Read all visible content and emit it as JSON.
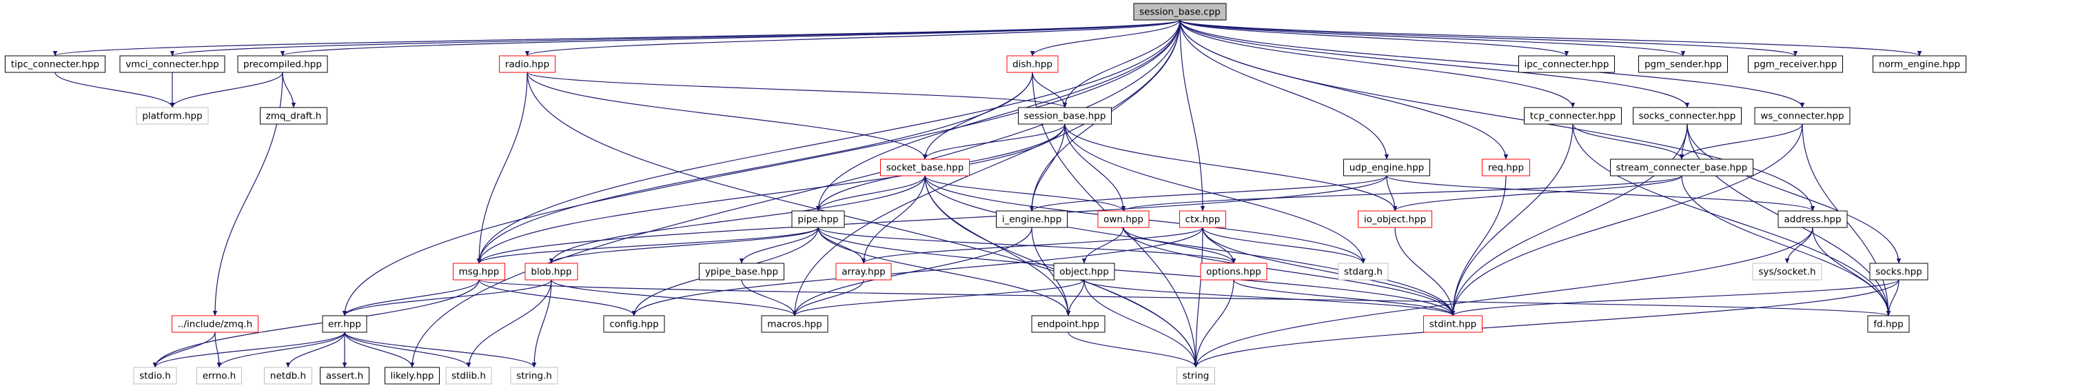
{
  "colors": {
    "edge": "#191970",
    "root_fill": "#bfbfbf",
    "node_fill": "#ffffff",
    "border_local": "#000000",
    "border_red": "#ff0000",
    "border_system": "#bfbfbf",
    "text": "#000000"
  },
  "nodes": [
    {
      "id": "n0",
      "label": "session_base.cpp",
      "kind": "root"
    },
    {
      "id": "n1",
      "label": "tipc_connecter.hpp",
      "kind": "local"
    },
    {
      "id": "n2",
      "label": "vmci_connecter.hpp",
      "kind": "local"
    },
    {
      "id": "n3",
      "label": "precompiled.hpp",
      "kind": "local"
    },
    {
      "id": "n4",
      "label": "radio.hpp",
      "kind": "red"
    },
    {
      "id": "n5",
      "label": "dish.hpp",
      "kind": "red"
    },
    {
      "id": "n6",
      "label": "ipc_connecter.hpp",
      "kind": "local"
    },
    {
      "id": "n7",
      "label": "pgm_sender.hpp",
      "kind": "local"
    },
    {
      "id": "n8",
      "label": "pgm_receiver.hpp",
      "kind": "local"
    },
    {
      "id": "n9",
      "label": "norm_engine.hpp",
      "kind": "local"
    },
    {
      "id": "n10",
      "label": "platform.hpp",
      "kind": "system"
    },
    {
      "id": "n11",
      "label": "zmq_draft.h",
      "kind": "local"
    },
    {
      "id": "n12",
      "label": "session_base.hpp",
      "kind": "local"
    },
    {
      "id": "n13",
      "label": "tcp_connecter.hpp",
      "kind": "local"
    },
    {
      "id": "n14",
      "label": "socks_connecter.hpp",
      "kind": "local"
    },
    {
      "id": "n15",
      "label": "ws_connecter.hpp",
      "kind": "local"
    },
    {
      "id": "n16",
      "label": "socket_base.hpp",
      "kind": "red"
    },
    {
      "id": "n17",
      "label": "udp_engine.hpp",
      "kind": "local"
    },
    {
      "id": "n18",
      "label": "req.hpp",
      "kind": "red"
    },
    {
      "id": "n19",
      "label": "stream_connecter_base.hpp",
      "kind": "local"
    },
    {
      "id": "n20",
      "label": "pipe.hpp",
      "kind": "local"
    },
    {
      "id": "n21",
      "label": "i_engine.hpp",
      "kind": "local"
    },
    {
      "id": "n22",
      "label": "own.hpp",
      "kind": "red"
    },
    {
      "id": "n23",
      "label": "ctx.hpp",
      "kind": "red"
    },
    {
      "id": "n24",
      "label": "io_object.hpp",
      "kind": "red"
    },
    {
      "id": "n25",
      "label": "address.hpp",
      "kind": "local"
    },
    {
      "id": "n26",
      "label": "msg.hpp",
      "kind": "red"
    },
    {
      "id": "n27",
      "label": "blob.hpp",
      "kind": "red"
    },
    {
      "id": "n28",
      "label": "ypipe_base.hpp",
      "kind": "local"
    },
    {
      "id": "n29",
      "label": "array.hpp",
      "kind": "red"
    },
    {
      "id": "n30",
      "label": "object.hpp",
      "kind": "local"
    },
    {
      "id": "n31",
      "label": "options.hpp",
      "kind": "red"
    },
    {
      "id": "n32",
      "label": "stdarg.h",
      "kind": "system"
    },
    {
      "id": "n33",
      "label": "sys/socket.h",
      "kind": "system"
    },
    {
      "id": "n34",
      "label": "socks.hpp",
      "kind": "local"
    },
    {
      "id": "n35",
      "label": "../include/zmq.h",
      "kind": "red"
    },
    {
      "id": "n36",
      "label": "err.hpp",
      "kind": "local"
    },
    {
      "id": "n37",
      "label": "config.hpp",
      "kind": "local"
    },
    {
      "id": "n38",
      "label": "macros.hpp",
      "kind": "local"
    },
    {
      "id": "n39",
      "label": "endpoint.hpp",
      "kind": "local"
    },
    {
      "id": "n40",
      "label": "stdint.hpp",
      "kind": "red"
    },
    {
      "id": "n41",
      "label": "fd.hpp",
      "kind": "local"
    },
    {
      "id": "n42",
      "label": "stdio.h",
      "kind": "system"
    },
    {
      "id": "n43",
      "label": "errno.h",
      "kind": "system"
    },
    {
      "id": "n44",
      "label": "netdb.h",
      "kind": "system"
    },
    {
      "id": "n45",
      "label": "assert.h",
      "kind": "local"
    },
    {
      "id": "n46",
      "label": "likely.hpp",
      "kind": "local"
    },
    {
      "id": "n47",
      "label": "stdlib.h",
      "kind": "system"
    },
    {
      "id": "n48",
      "label": "string.h",
      "kind": "system"
    },
    {
      "id": "n49",
      "label": "string",
      "kind": "system"
    }
  ],
  "edges": [
    [
      "n0",
      "n1"
    ],
    [
      "n0",
      "n2"
    ],
    [
      "n0",
      "n3"
    ],
    [
      "n0",
      "n4"
    ],
    [
      "n0",
      "n5"
    ],
    [
      "n0",
      "n6"
    ],
    [
      "n0",
      "n7"
    ],
    [
      "n0",
      "n8"
    ],
    [
      "n0",
      "n9"
    ],
    [
      "n0",
      "n12"
    ],
    [
      "n0",
      "n13"
    ],
    [
      "n0",
      "n14"
    ],
    [
      "n0",
      "n15"
    ],
    [
      "n0",
      "n17"
    ],
    [
      "n0",
      "n18"
    ],
    [
      "n0",
      "n20"
    ],
    [
      "n0",
      "n21"
    ],
    [
      "n0",
      "n23"
    ],
    [
      "n0",
      "n25"
    ],
    [
      "n0",
      "n36"
    ],
    [
      "n0",
      "n38"
    ],
    [
      "n0",
      "n46"
    ],
    [
      "n0",
      "n26"
    ],
    [
      "n1",
      "n10"
    ],
    [
      "n2",
      "n10"
    ],
    [
      "n3",
      "n10"
    ],
    [
      "n3",
      "n11"
    ],
    [
      "n3",
      "n35"
    ],
    [
      "n4",
      "n12"
    ],
    [
      "n4",
      "n16"
    ],
    [
      "n4",
      "n26"
    ],
    [
      "n4",
      "n49"
    ],
    [
      "n5",
      "n12"
    ],
    [
      "n5",
      "n16"
    ],
    [
      "n5",
      "n26"
    ],
    [
      "n5",
      "n49"
    ],
    [
      "n12",
      "n16"
    ],
    [
      "n12",
      "n20"
    ],
    [
      "n12",
      "n21"
    ],
    [
      "n12",
      "n22"
    ],
    [
      "n12",
      "n24"
    ],
    [
      "n12",
      "n26"
    ],
    [
      "n12",
      "n32"
    ],
    [
      "n13",
      "n19"
    ],
    [
      "n13",
      "n40"
    ],
    [
      "n13",
      "n41"
    ],
    [
      "n14",
      "n19"
    ],
    [
      "n14",
      "n34"
    ],
    [
      "n14",
      "n40"
    ],
    [
      "n14",
      "n41"
    ],
    [
      "n15",
      "n19"
    ],
    [
      "n15",
      "n40"
    ],
    [
      "n15",
      "n41"
    ],
    [
      "n16",
      "n20"
    ],
    [
      "n16",
      "n22"
    ],
    [
      "n16",
      "n27"
    ],
    [
      "n16",
      "n29"
    ],
    [
      "n16",
      "n39"
    ],
    [
      "n16",
      "n40"
    ],
    [
      "n16",
      "n32"
    ],
    [
      "n16",
      "n49"
    ],
    [
      "n17",
      "n21"
    ],
    [
      "n17",
      "n24"
    ],
    [
      "n17",
      "n25"
    ],
    [
      "n17",
      "n26"
    ],
    [
      "n18",
      "n40"
    ],
    [
      "n19",
      "n22"
    ],
    [
      "n19",
      "n24"
    ],
    [
      "n19",
      "n41"
    ],
    [
      "n20",
      "n26"
    ],
    [
      "n20",
      "n27"
    ],
    [
      "n20",
      "n28"
    ],
    [
      "n20",
      "n29"
    ],
    [
      "n20",
      "n37"
    ],
    [
      "n20",
      "n40"
    ],
    [
      "n20",
      "n31"
    ],
    [
      "n20",
      "n39"
    ],
    [
      "n21",
      "n39"
    ],
    [
      "n21",
      "n38"
    ],
    [
      "n22",
      "n30"
    ],
    [
      "n22",
      "n31"
    ],
    [
      "n22",
      "n40"
    ],
    [
      "n23",
      "n29"
    ],
    [
      "n23",
      "n31"
    ],
    [
      "n23",
      "n40"
    ],
    [
      "n23",
      "n32"
    ],
    [
      "n23",
      "n49"
    ],
    [
      "n23",
      "n37"
    ],
    [
      "n24",
      "n40"
    ],
    [
      "n25",
      "n33"
    ],
    [
      "n25",
      "n41"
    ],
    [
      "n25",
      "n49"
    ],
    [
      "n26",
      "n36"
    ],
    [
      "n26",
      "n37"
    ],
    [
      "n26",
      "n41"
    ],
    [
      "n26",
      "n42"
    ],
    [
      "n27",
      "n36"
    ],
    [
      "n27",
      "n38"
    ],
    [
      "n27",
      "n47"
    ],
    [
      "n27",
      "n48"
    ],
    [
      "n28",
      "n38"
    ],
    [
      "n29",
      "n38"
    ],
    [
      "n30",
      "n38"
    ],
    [
      "n30",
      "n39"
    ],
    [
      "n30",
      "n40"
    ],
    [
      "n30",
      "n49"
    ],
    [
      "n31",
      "n40"
    ],
    [
      "n31",
      "n49"
    ],
    [
      "n34",
      "n40"
    ],
    [
      "n34",
      "n41"
    ],
    [
      "n34",
      "n49"
    ],
    [
      "n35",
      "n42"
    ],
    [
      "n35",
      "n43"
    ],
    [
      "n36",
      "n42"
    ],
    [
      "n36",
      "n43"
    ],
    [
      "n36",
      "n44"
    ],
    [
      "n36",
      "n45"
    ],
    [
      "n36",
      "n46"
    ],
    [
      "n36",
      "n47"
    ],
    [
      "n36",
      "n48"
    ],
    [
      "n39",
      "n49"
    ]
  ]
}
